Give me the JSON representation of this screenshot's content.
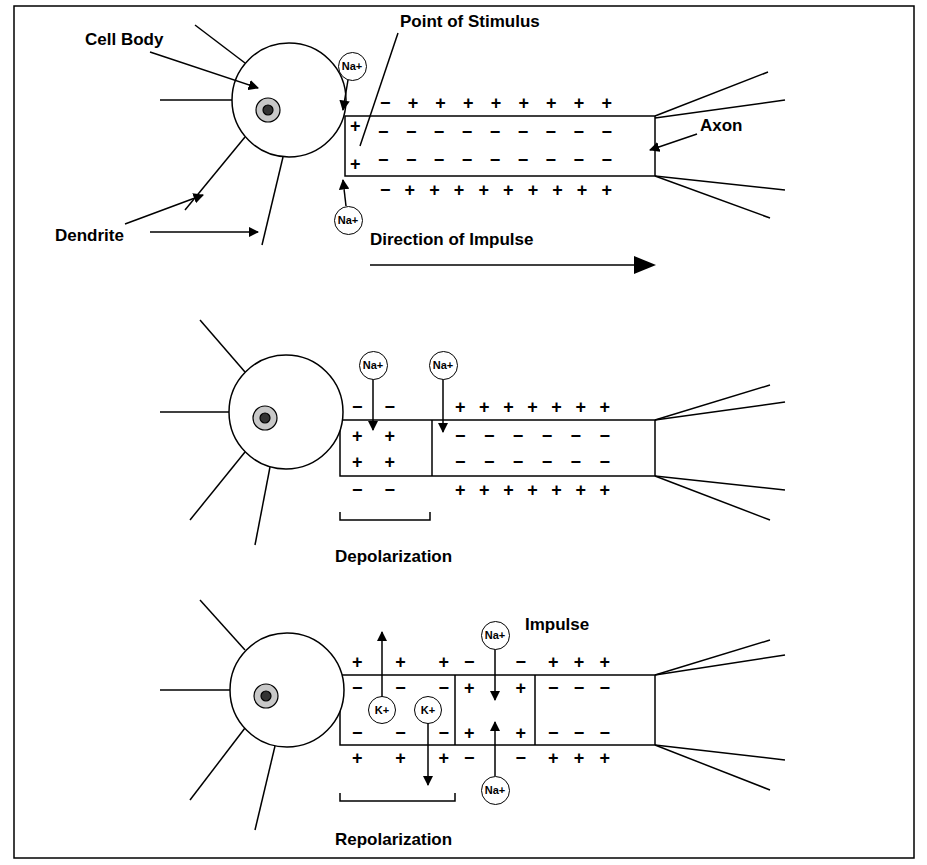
{
  "diagram": {
    "nodes": [
      {
        "text": [
          "Na+"
        ]
      },
      {
        "text": [
          "Na+"
        ]
      },
      {
        "text": [
          "Na+"
        ]
      },
      {
        "text": [
          "Na+"
        ]
      },
      {
        "text": [
          "Na+"
        ]
      },
      {
        "text": [
          "K+"
        ]
      },
      {
        "text": [
          "K+"
        ]
      },
      {
        "text": [
          "Na+"
        ]
      }
    ],
    "labels": [
      "Cell Body",
      "Point of Stimulus",
      "Dendrite",
      "Axon",
      "Direction of Impulse",
      "Depolarization",
      "Impulse",
      "Repolarization",
      "− + + + + + + + +",
      "+",
      "− − − − − − − − −",
      "+",
      "− − − − − − − − −",
      "− + + + + + + + + +",
      "− −",
      "+ + + + + + +",
      "+ +",
      "− − − − − −",
      "+ +",
      "− − − − − −",
      "− −",
      "+ + + + + + +",
      "+ + +",
      "− −",
      "+ + +",
      "− − −",
      "+ +",
      "− − −",
      "− − −",
      "+ +",
      "− − −",
      "+ + +",
      "− −",
      "+ + +"
    ]
  }
}
